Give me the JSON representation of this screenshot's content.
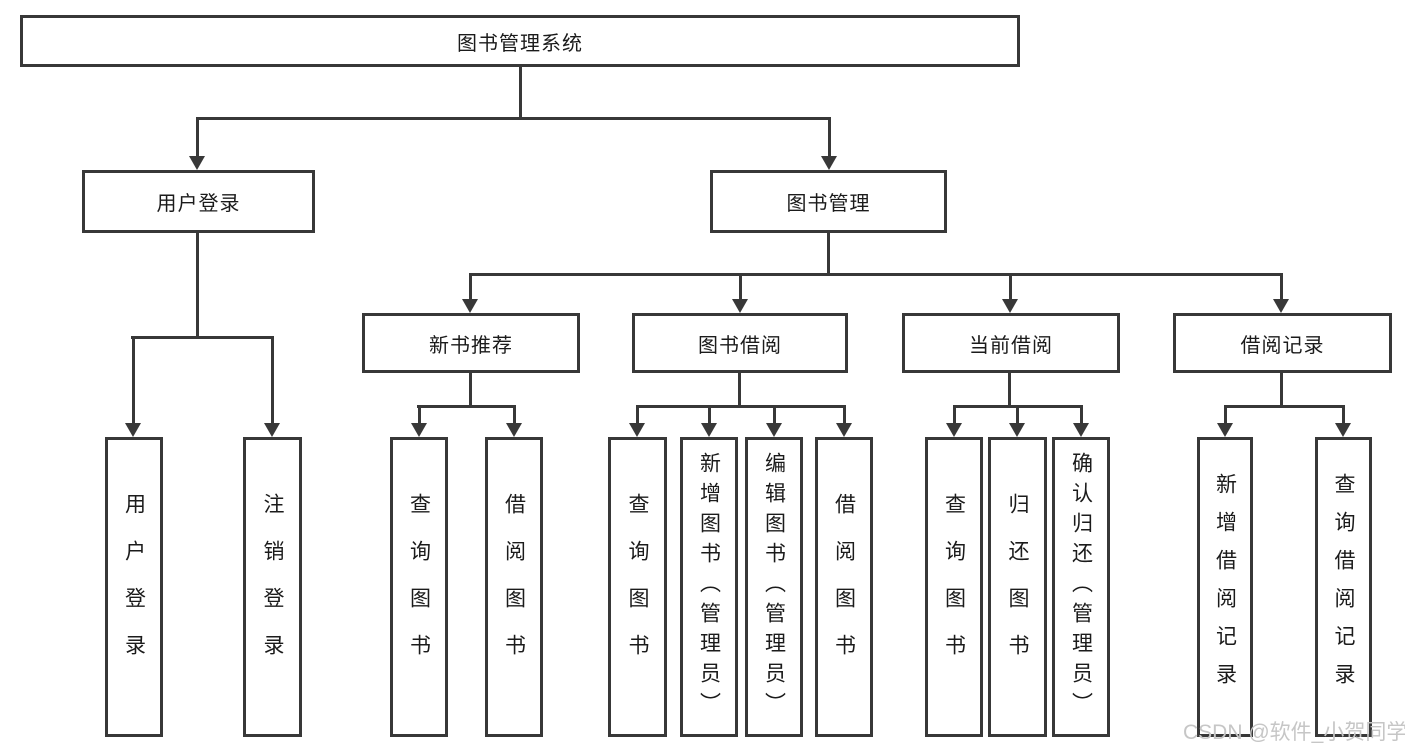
{
  "diagram_title": "图书管理系统",
  "tree": {
    "label": "图书管理系统",
    "children": [
      {
        "label": "用户登录",
        "children": [
          {
            "label": "用户登录"
          },
          {
            "label": "注销登录"
          }
        ]
      },
      {
        "label": "图书管理",
        "children": [
          {
            "label": "新书推荐",
            "children": [
              {
                "label": "查询图书"
              },
              {
                "label": "借阅图书"
              }
            ]
          },
          {
            "label": "图书借阅",
            "children": [
              {
                "label": "查询图书"
              },
              {
                "label": "新增图书（管理员）"
              },
              {
                "label": "编辑图书（管理员）"
              },
              {
                "label": "借阅图书"
              }
            ]
          },
          {
            "label": "当前借阅",
            "children": [
              {
                "label": "查询图书"
              },
              {
                "label": "归还图书"
              },
              {
                "label": "确认归还（管理员）"
              }
            ]
          },
          {
            "label": "借阅记录",
            "children": [
              {
                "label": "新增借阅记录"
              },
              {
                "label": "查询借阅记录"
              }
            ]
          }
        ]
      }
    ]
  },
  "watermark": "CSDN @软件_小贺同学",
  "colors": {
    "line": "#383838",
    "box_border": "#383838",
    "text": "#1b1b1b",
    "watermark": "#c6c6c6",
    "background": "#ffffff"
  }
}
